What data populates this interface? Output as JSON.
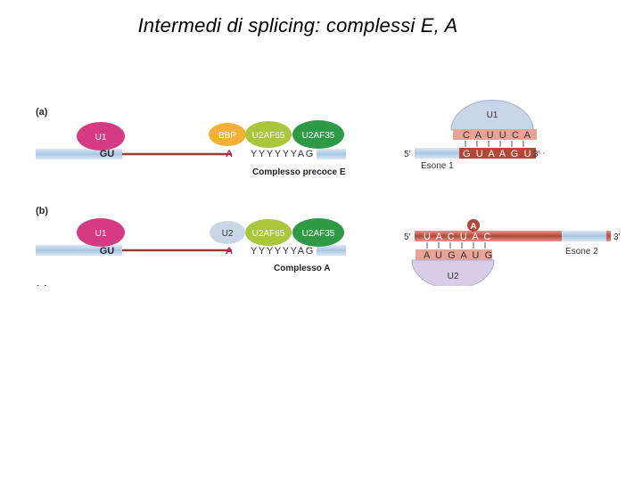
{
  "title": "Intermedi di splicing: complessi E, A",
  "panels": {
    "a": {
      "letter": "(a)",
      "proteins": {
        "u1": "U1",
        "bbp": "BBP",
        "u2af65": "U2AF65",
        "u2af35": "U2AF35"
      },
      "gu": "GU",
      "branch_a": "A",
      "polypyrimidine": "YYYYYYAG",
      "caption": "Complesso precoce E",
      "pairing": {
        "snrna": "U1",
        "top_seq": "C A U U C A",
        "bottom_seq": "G U A A G U",
        "five_prime": "5′",
        "three_prime": "3′",
        "exon": "Esone 1"
      }
    },
    "b": {
      "letter": "(b)",
      "proteins": {
        "u1": "U1",
        "u2": "U2",
        "u2af65": "U2AF65",
        "u2af35": "U2AF35"
      },
      "gu": "GU",
      "branch_a": "A",
      "polypyrimidine": "YYYYYYAG",
      "caption": "Complesso A",
      "pairing": {
        "branch_a": "A",
        "top_seq": "U A C U A C",
        "bottom_seq": "A U G A U G",
        "snrna": "U2",
        "five_prime": "5′",
        "three_prime": "3′",
        "exon": "Esone 2"
      }
    },
    "c": {
      "letter": "(c)"
    }
  },
  "colors": {
    "u1": "#d63a83",
    "bbp": "#f2b135",
    "u2af65": "#a9c73a",
    "u2af35": "#2f9a45",
    "u2": "#c9d6e8",
    "exon": "#bcd4ea",
    "intron": "#b24637"
  }
}
